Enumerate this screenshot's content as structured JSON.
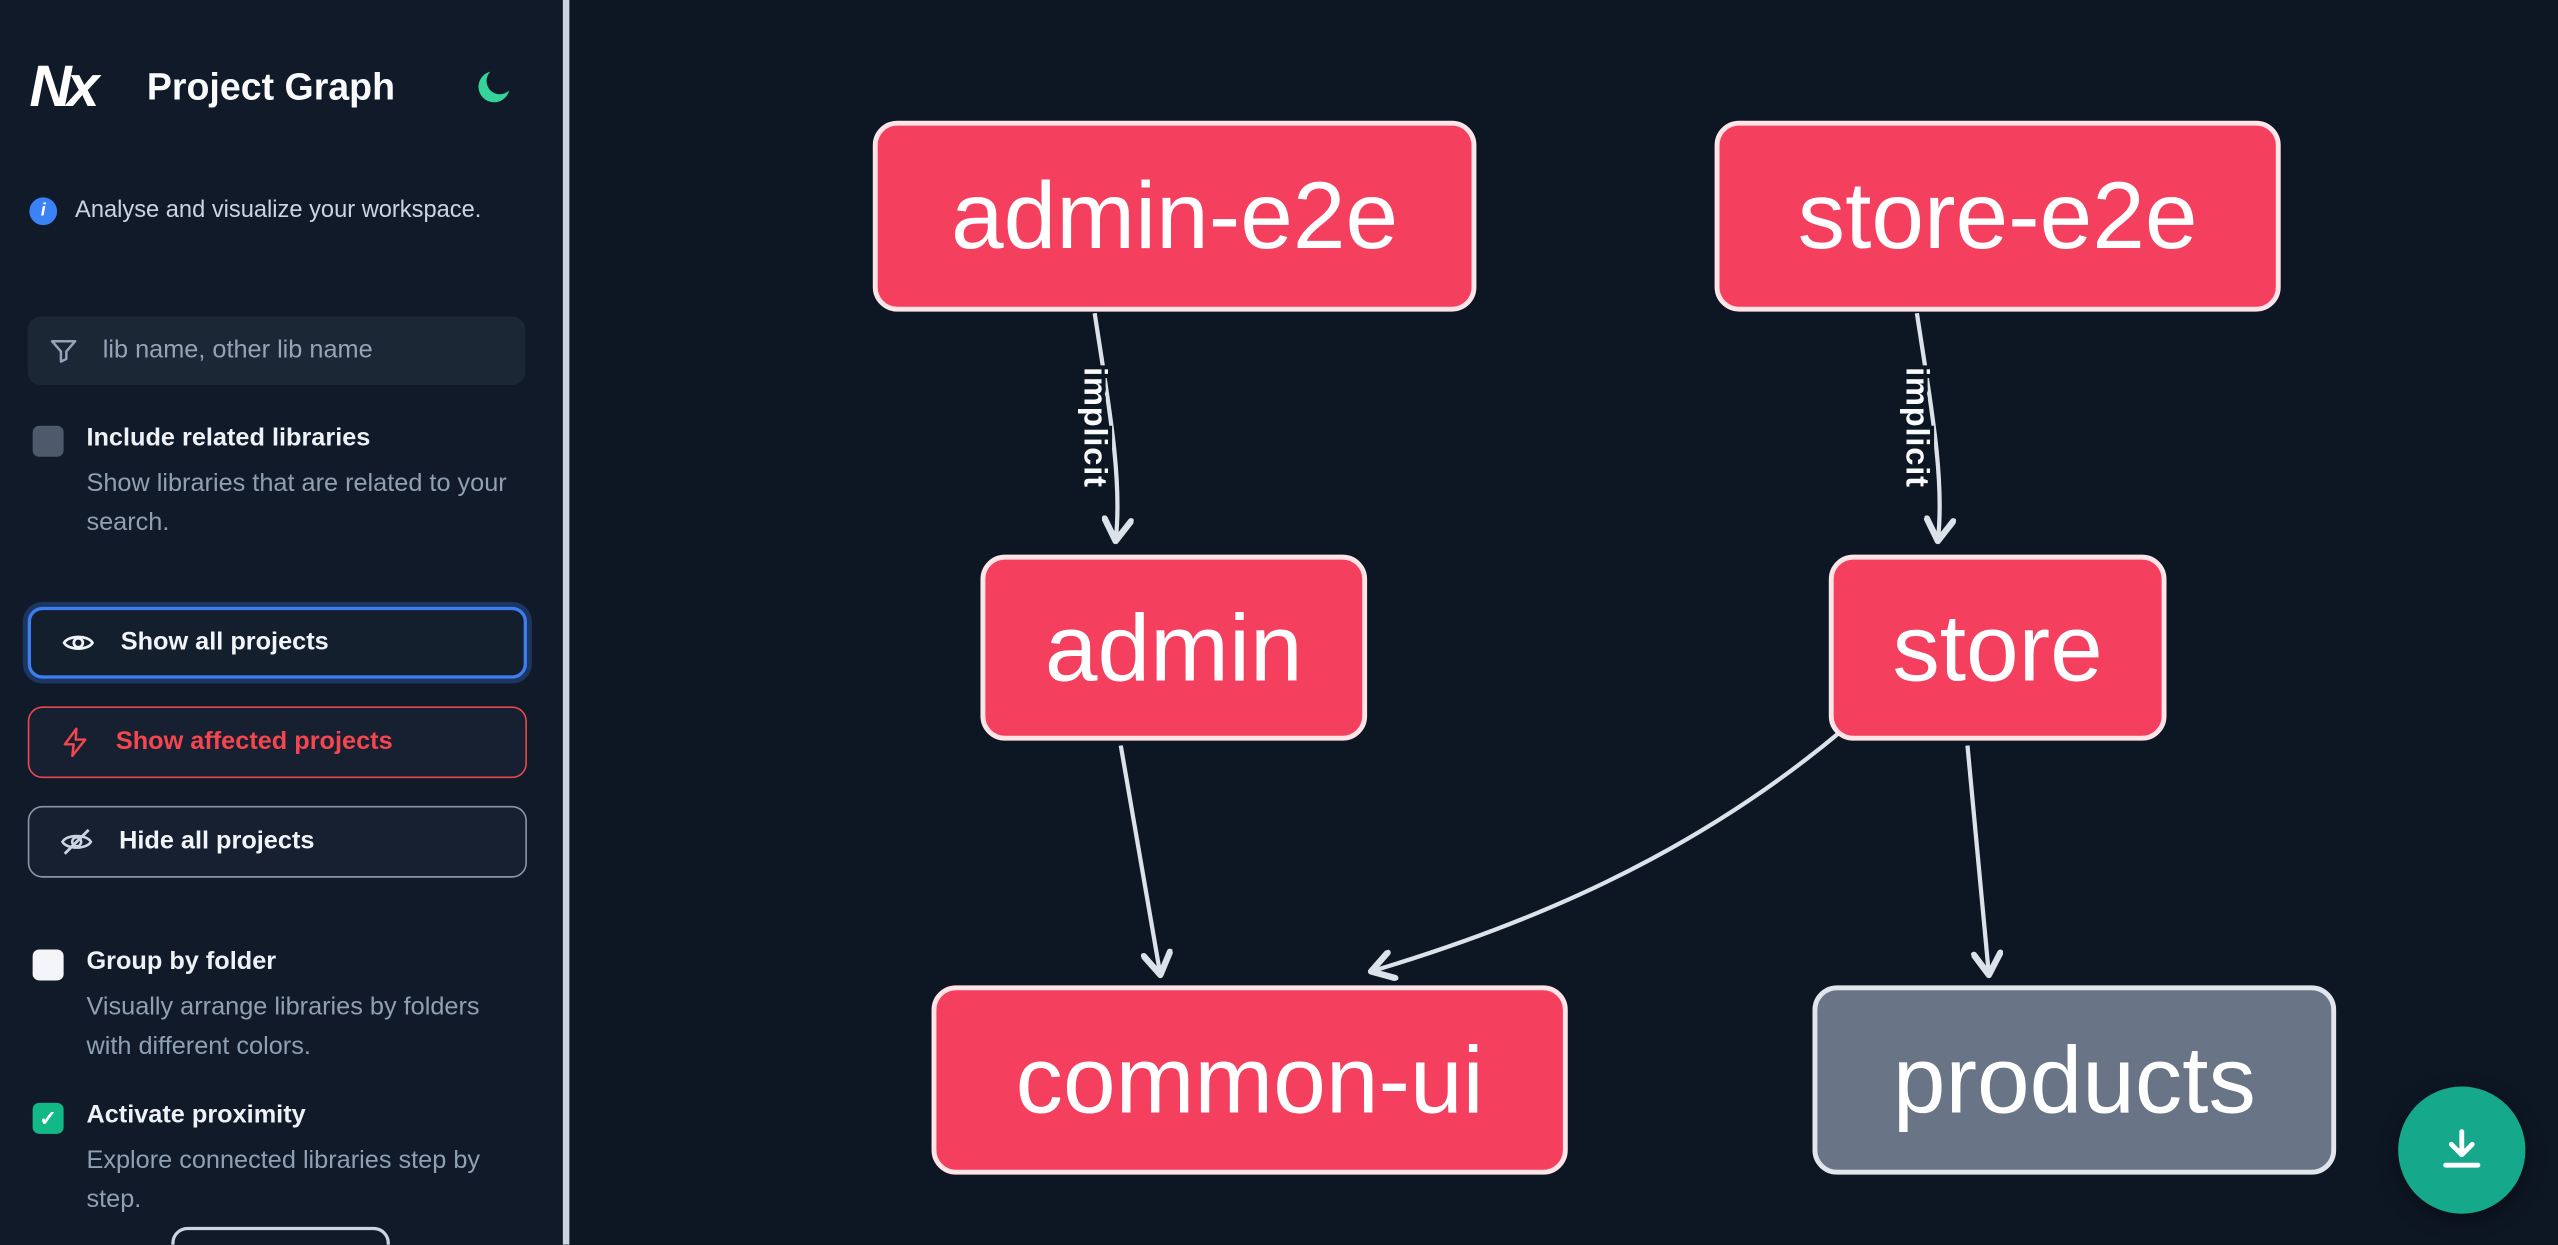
{
  "header": {
    "logo_text": "Nx",
    "title": "Project Graph"
  },
  "sidebar": {
    "tagline": "Analyse and visualize your workspace.",
    "search_placeholder": "lib name, other lib name",
    "checkboxes": [
      {
        "label": "Include related libraries",
        "description": "Show libraries that are related to your search.",
        "checked": false
      },
      {
        "label": "Group by folder",
        "description": "Visually arrange libraries by folders with different colors.",
        "checked": false
      },
      {
        "label": "Activate proximity",
        "description": "Explore connected libraries step by step.",
        "checked": true
      }
    ],
    "actions": [
      {
        "label": "Show all projects",
        "icon": "eye-icon"
      },
      {
        "label": "Show affected projects",
        "icon": "bolt-icon"
      },
      {
        "label": "Hide all projects",
        "icon": "eye-off-icon"
      }
    ]
  },
  "graph": {
    "nodes": [
      {
        "label": "admin-e2e",
        "type": "e2e",
        "color": "pink"
      },
      {
        "label": "store-e2e",
        "type": "e2e",
        "color": "pink"
      },
      {
        "label": "admin",
        "type": "app",
        "color": "pink"
      },
      {
        "label": "store",
        "type": "app",
        "color": "pink"
      },
      {
        "label": "common-ui",
        "type": "lib",
        "color": "pink"
      },
      {
        "label": "products",
        "type": "lib",
        "color": "gray"
      }
    ],
    "edges": [
      {
        "source": "admin-e2e",
        "target": "admin",
        "label": "implicit"
      },
      {
        "source": "store-e2e",
        "target": "store",
        "label": "implicit"
      },
      {
        "source": "admin",
        "target": "common-ui",
        "label": ""
      },
      {
        "source": "store",
        "target": "common-ui",
        "label": ""
      },
      {
        "source": "store",
        "target": "products",
        "label": ""
      }
    ]
  },
  "icons": {
    "check": "✓",
    "info": "i"
  },
  "colors": {
    "node_pink": "#f43f5e",
    "node_gray": "#697586",
    "edge": "#dbe2ea",
    "focus_blue": "#3f7ef0",
    "affected_red": "#e5484d",
    "fab_green": "#16a88a",
    "moon_teal": "#34d399"
  }
}
